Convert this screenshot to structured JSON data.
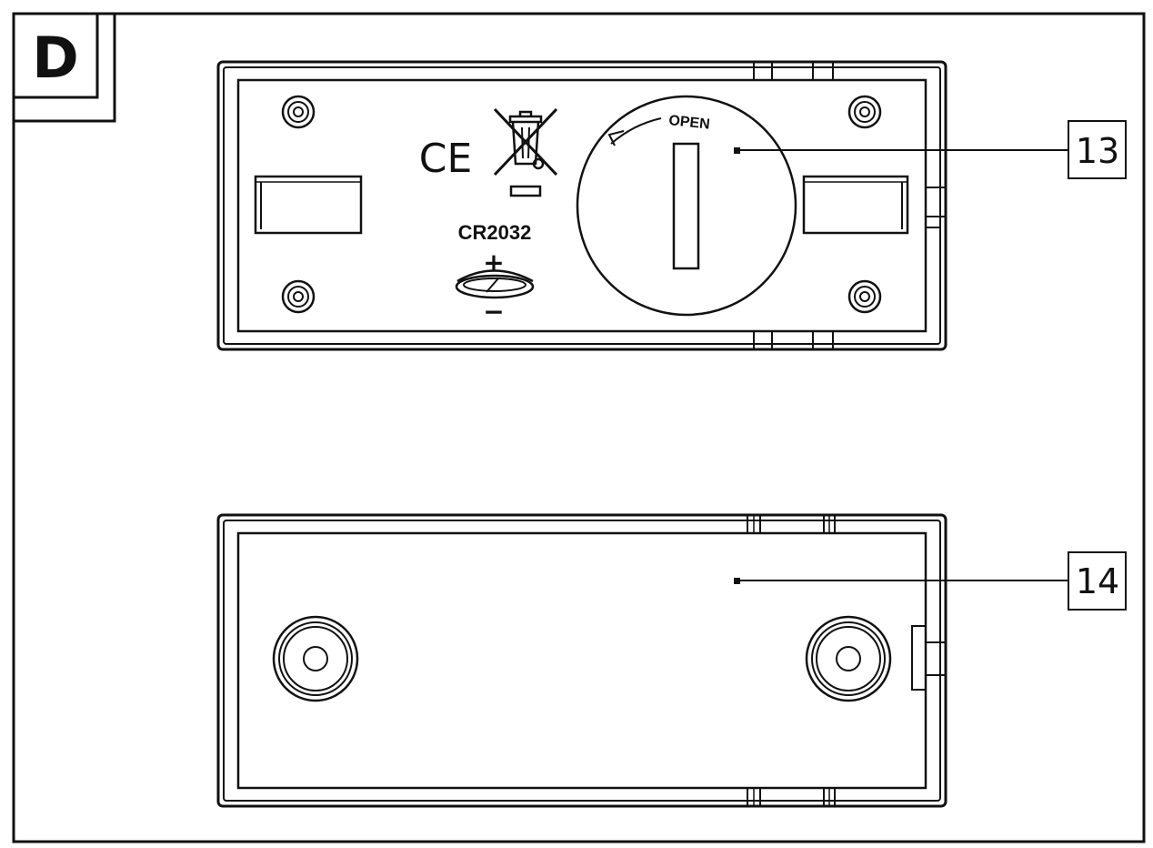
{
  "panel_label": "D",
  "callouts": [
    {
      "number": "13"
    },
    {
      "number": "14"
    }
  ],
  "battery_cover": {
    "open_label": "OPEN"
  },
  "markings": {
    "ce_mark": "CE",
    "battery_type": "CR2032",
    "polarity_plus": "+",
    "polarity_minus": "−"
  },
  "icons": {
    "weee": "crossed-out-wheelie-bin-icon",
    "coin_cell": "coin-cell-battery-icon",
    "open_arrow": "arrow-icon",
    "screw": "screw-icon",
    "standoff": "mounting-standoff-icon"
  },
  "colors": {
    "line": "#111111",
    "callout_fill": "#ededed",
    "background": "#ffffff"
  }
}
